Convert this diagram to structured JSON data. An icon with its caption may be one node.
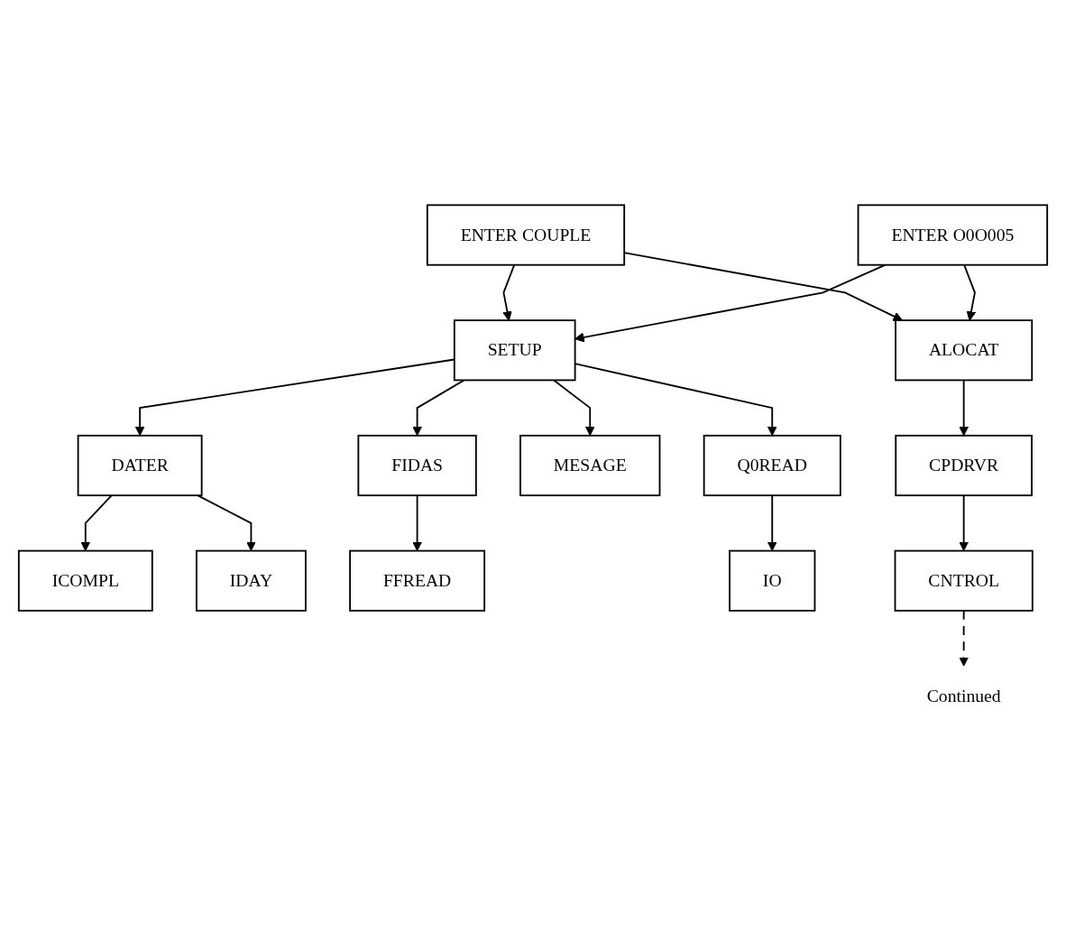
{
  "diagram": {
    "nodes": [
      {
        "text": [
          "ENTER COUPLE"
        ]
      },
      {
        "text": [
          "ENTER O0O005"
        ]
      },
      {
        "text": [
          "SETUP"
        ]
      },
      {
        "text": [
          "ICOMPL"
        ]
      },
      {
        "text": [
          "IDAY"
        ]
      },
      {
        "text": [
          "DATER"
        ]
      },
      {
        "text": [
          "FIDAS"
        ]
      },
      {
        "text": [
          "MESAGE"
        ]
      },
      {
        "text": [
          "Q0READ"
        ]
      },
      {
        "text": [
          "FFREAD"
        ]
      },
      {
        "text": [
          "IO"
        ]
      },
      {
        "text": [
          "ALOCAT"
        ]
      },
      {
        "text": [
          "CPDRVR"
        ]
      },
      {
        "text": [
          "CNTROL"
        ]
      },
      {
        "text": [
          "Continued"
        ]
      }
    ],
    "edges": [
      {
        "from": 0,
        "to": 2,
        "arrow": "to"
      },
      {
        "from": 1,
        "to": 2,
        "arrow": "to"
      },
      {
        "from": 2,
        "to": 5,
        "arrow": "to"
      },
      {
        "from": 2,
        "to": 6,
        "arrow": "to"
      },
      {
        "from": 2,
        "to": 7,
        "arrow": "to"
      },
      {
        "from": 2,
        "to": 8,
        "arrow": "to"
      },
      {
        "from": 5,
        "to": 3,
        "arrow": "to"
      },
      {
        "from": 5,
        "to": 4,
        "arrow": "to"
      },
      {
        "from": 6,
        "to": 9,
        "arrow": "to"
      },
      {
        "from": 8,
        "to": 10,
        "arrow": "to"
      },
      {
        "from": 0,
        "to": 11,
        "arrow": "to"
      },
      {
        "from": 1,
        "to": 11,
        "arrow": "to"
      },
      {
        "from": 11,
        "to": 12,
        "arrow": "to"
      },
      {
        "from": 12,
        "to": 13,
        "arrow": "to"
      },
      {
        "from": 13,
        "to": 14,
        "arrow": "to",
        "style": "dashed"
      }
    ]
  }
}
